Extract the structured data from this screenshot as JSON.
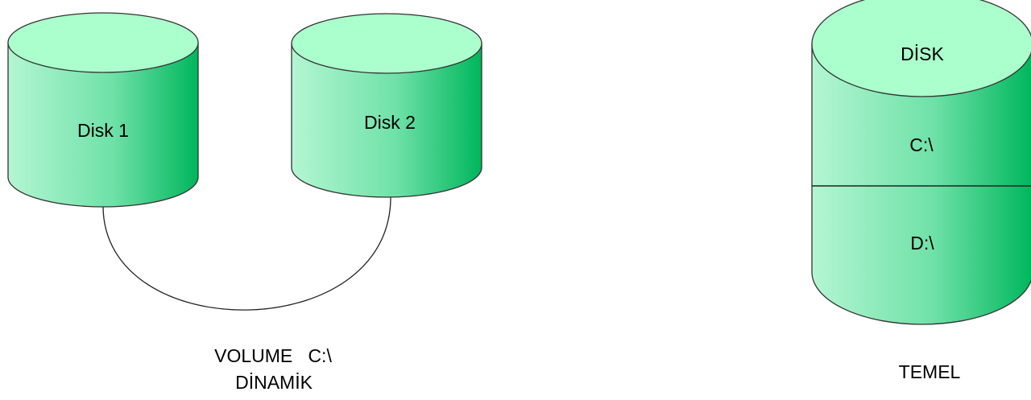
{
  "colors": {
    "cylinder_left": "#b4f6d2",
    "cylinder_right": "#00b65c",
    "cylinder_top": "#aaffcc",
    "outline": "#333333",
    "connector": "#222222",
    "text": "#000000"
  },
  "dynamic": {
    "disk1_label": "Disk 1",
    "disk2_label": "Disk 2",
    "caption_line1": "VOLUME   C:\\",
    "caption_line2": "DİNAMİK"
  },
  "basic": {
    "disk_label": "DİSK",
    "partition_c_label": "C:\\",
    "partition_d_label": "D:\\",
    "caption": "TEMEL"
  }
}
